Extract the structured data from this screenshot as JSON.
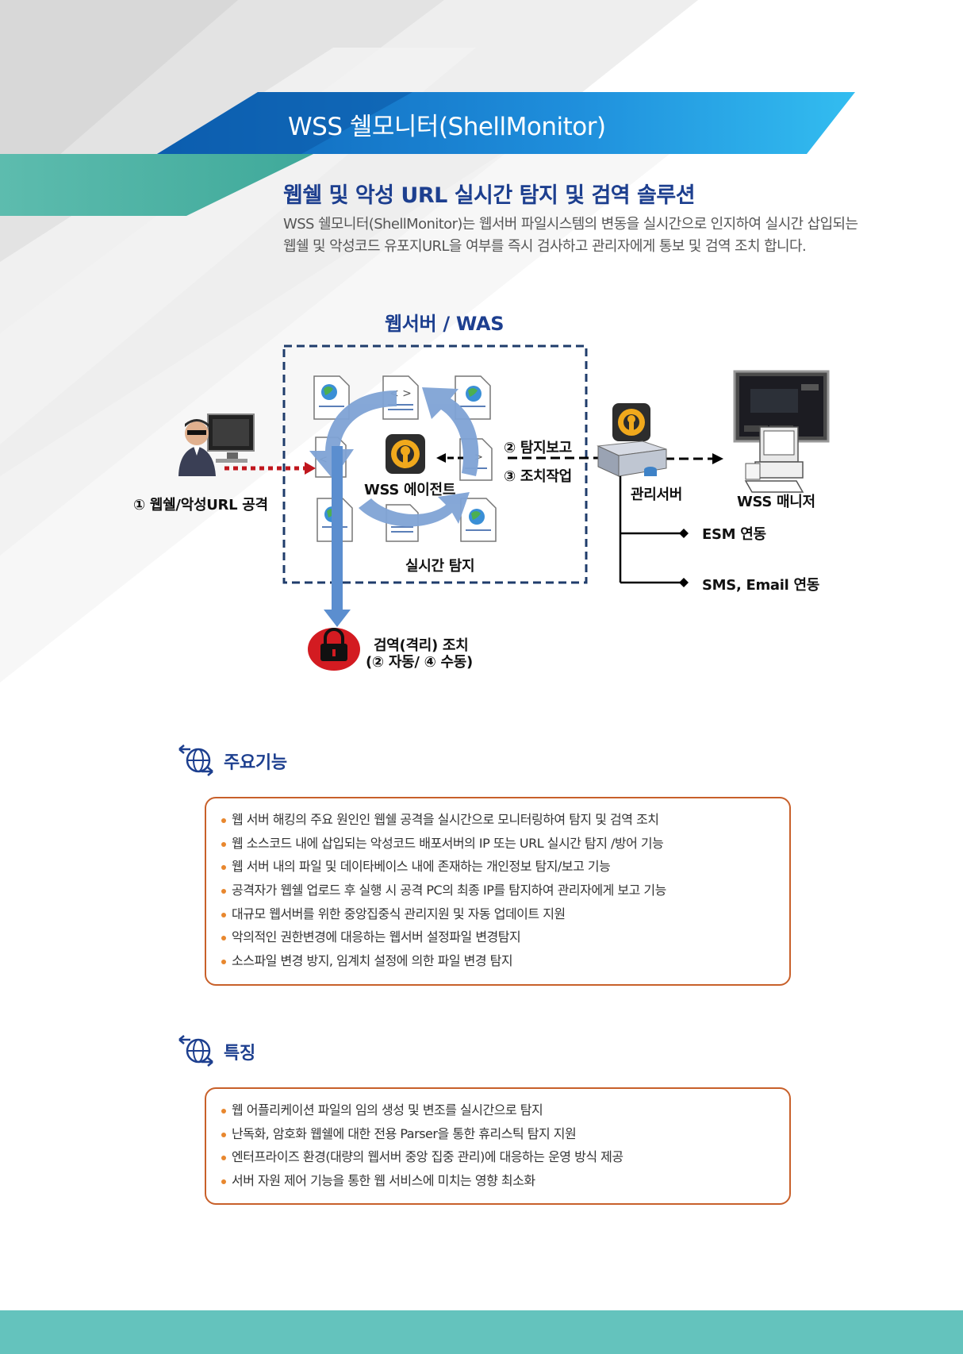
{
  "banner": {
    "title": "WSS 쉘모니터(ShellMonitor)"
  },
  "headline": "웹쉘 및 악성 URL 실시간 탐지 및 검역 솔루션",
  "intro": [
    "WSS 쉘모니터(ShellMonitor)는 웹서버 파일시스템의 변동을 실시간으로 인지하여 실시간 삽입되는",
    "웹쉘 및 악성코드 유포지URL을 여부를 즉시 검사하고 관리자에게 통보 및 검역 조치 합니다."
  ],
  "diagram": {
    "was_title": "웹서버 / WAS",
    "attack_label": "① 웹쉘/악성URL 공격",
    "agent_label": "WSS 에이전트",
    "realtime_label": "실시간 탐지",
    "report_label": "② 탐지보고",
    "action_label": "③ 조치작업",
    "server_label": "관리서버",
    "manager_label": "WSS 매니저",
    "esm_label": "ESM 연동",
    "sms_label": "SMS, Email 연동",
    "quarantine_line1": "검역(격리) 조치",
    "quarantine_line2": "(② 자동/ ④ 수동)",
    "colors": {
      "cycle_arrow": "#7fa3d5",
      "dashed_frame": "#1f3c6b",
      "attack_arrow": "#c0161d",
      "lock_circle": "#d31b21"
    }
  },
  "features": {
    "title": "주요기능",
    "items": [
      "웹 서버 해킹의 주요 원인인 웹쉘 공격을 실시간으로 모니터링하여 탐지 및 검역 조치",
      "웹 소스코드 내에 삽입되는 악성코드 배포서버의 IP 또는 URL 실시간 탐지 /방어 기능",
      "웹 서버 내의 파일 및 데이타베이스 내에 존재하는 개인정보 탐지/보고 기능",
      "공격자가 웹쉘 업로드 후 실행 시 공격 PC의 최종 IP를 탐지하여 관리자에게 보고 기능",
      "대규모 웹서버를 위한 중앙집중식 관리지원 및 자동 업데이트 지원",
      "악의적인 권한변경에 대응하는 웹서버 설정파일 변경탐지",
      "소스파일 변경 방지, 임계치 설정에 의한 파일 변경 탐지"
    ]
  },
  "characteristics": {
    "title": "특징",
    "items": [
      "웹 어플리케이션 파일의 임의 생성 및 변조를 실시간으로 탐지",
      "난독화, 암호화 웹쉘에 대한 전용 Parser을 통한 휴리스틱 탐지 지원",
      "엔터프라이즈 환경(대량의 웹서버 중앙 집중 관리)에 대응하는 운영 방식 제공",
      "서버 자원 제어 기능을 통한 웹 서비스에 미치는 영향 최소화"
    ]
  },
  "colors": {
    "banner_blue": "#1a73c8",
    "banner_light": "#2fb6ec",
    "teal": "#5dbcae",
    "title_navy": "#1d3f8f",
    "box_border": "#c8602a",
    "bullet": "#e8872e",
    "footer": "#64c3bd"
  },
  "icons": [
    "hacker-icon",
    "file-globe-icon",
    "file-code-icon",
    "agent-logo-icon",
    "server-icon",
    "monitor-icon",
    "lock-icon",
    "globe-section-icon"
  ]
}
